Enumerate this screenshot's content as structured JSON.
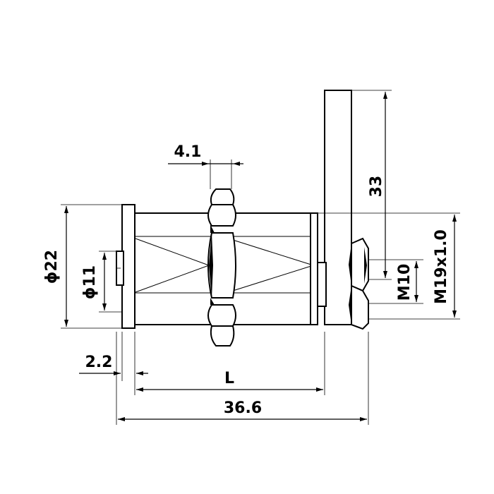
{
  "drawing": {
    "dimensions": {
      "lever_length": "33",
      "nut_thickness": "4.1",
      "flange_diameter": "ϕ22",
      "body_diameter": "ϕ11",
      "flange_thickness": "2.2",
      "length_variable": "L",
      "overall_length": "36.6",
      "spindle_thread": "M10",
      "body_thread": "M19x1.0"
    },
    "colors": {
      "line": "#000000",
      "background": "#ffffff"
    }
  }
}
